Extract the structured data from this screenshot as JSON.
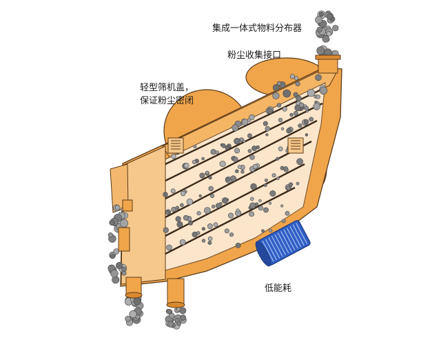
{
  "labels": {
    "integrated_distributor": "集成一体式物料分布器",
    "dust_port": "粉尘收集接口",
    "light_cover_line1": "轻型筛机盖，",
    "light_cover_line2": "保证粉尘密闭",
    "low_energy": "低能耗"
  },
  "colors": {
    "body_orange": "#f0a54a",
    "body_shadow": "#d9892e",
    "panel_fill": "#fcebd4",
    "screen_deck": "#3a2a1c",
    "rock": "#8d8d8d",
    "motor_blue": "#2f5ec4",
    "outline": "#5a3a1a"
  },
  "icons": {
    "motor": "vibration-motor-icon",
    "inlet": "feed-inlet-icon",
    "damper": "spring-damper-icon"
  }
}
